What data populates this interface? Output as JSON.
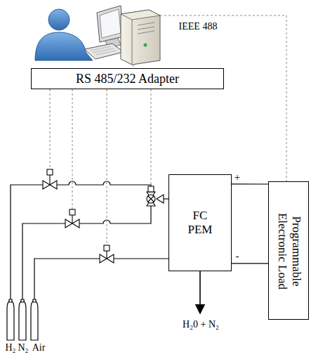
{
  "diagram": {
    "nodes": [
      {
        "text": [
          "RS 485/232 Adapter"
        ]
      },
      {
        "text": [
          "FC PEM"
        ]
      },
      {
        "text": [
          "Programmable Electronic Load"
        ]
      }
    ],
    "edges": [
      {
        "from": 1,
        "to": 2,
        "arrow": "none"
      },
      {
        "from": 1,
        "to": 2,
        "arrow": "none"
      }
    ],
    "labels": [
      "IEEE 488",
      "+",
      "-",
      "H₂",
      "N₂",
      "Air",
      "H₂0 + N₂"
    ]
  }
}
